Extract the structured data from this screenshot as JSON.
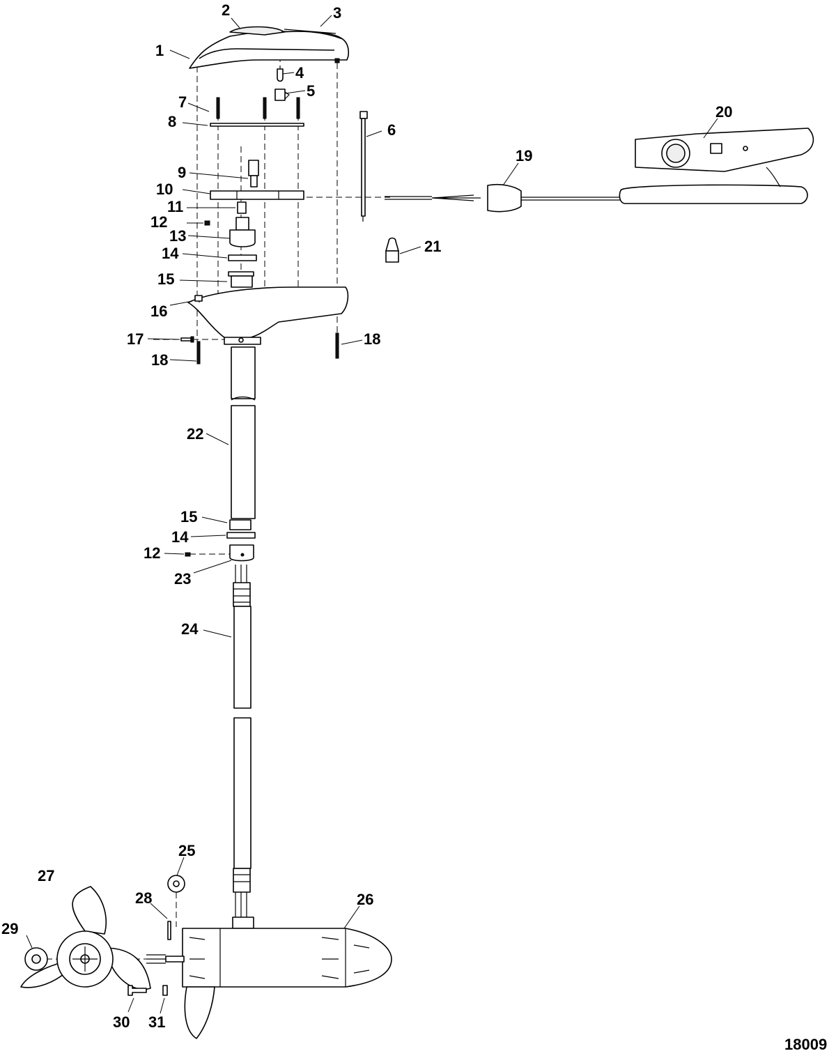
{
  "diagram": {
    "reference_number": "18009",
    "callouts": [
      {
        "id": "c1",
        "label": "1"
      },
      {
        "id": "c2",
        "label": "2"
      },
      {
        "id": "c3",
        "label": "3"
      },
      {
        "id": "c4",
        "label": "4"
      },
      {
        "id": "c5",
        "label": "5"
      },
      {
        "id": "c6",
        "label": "6"
      },
      {
        "id": "c7",
        "label": "7"
      },
      {
        "id": "c8",
        "label": "8"
      },
      {
        "id": "c9",
        "label": "9"
      },
      {
        "id": "c10",
        "label": "10"
      },
      {
        "id": "c11",
        "label": "11"
      },
      {
        "id": "c12a",
        "label": "12"
      },
      {
        "id": "c13",
        "label": "13"
      },
      {
        "id": "c14a",
        "label": "14"
      },
      {
        "id": "c15a",
        "label": "15"
      },
      {
        "id": "c16",
        "label": "16"
      },
      {
        "id": "c17",
        "label": "17"
      },
      {
        "id": "c18a",
        "label": "18"
      },
      {
        "id": "c18b",
        "label": "18"
      },
      {
        "id": "c19",
        "label": "19"
      },
      {
        "id": "c20",
        "label": "20"
      },
      {
        "id": "c21",
        "label": "21"
      },
      {
        "id": "c22",
        "label": "22"
      },
      {
        "id": "c15b",
        "label": "15"
      },
      {
        "id": "c14b",
        "label": "14"
      },
      {
        "id": "c12b",
        "label": "12"
      },
      {
        "id": "c23",
        "label": "23"
      },
      {
        "id": "c24",
        "label": "24"
      },
      {
        "id": "c25",
        "label": "25"
      },
      {
        "id": "c26",
        "label": "26"
      },
      {
        "id": "c27",
        "label": "27"
      },
      {
        "id": "c28",
        "label": "28"
      },
      {
        "id": "c29",
        "label": "29"
      },
      {
        "id": "c30",
        "label": "30"
      },
      {
        "id": "c31",
        "label": "31"
      }
    ]
  }
}
